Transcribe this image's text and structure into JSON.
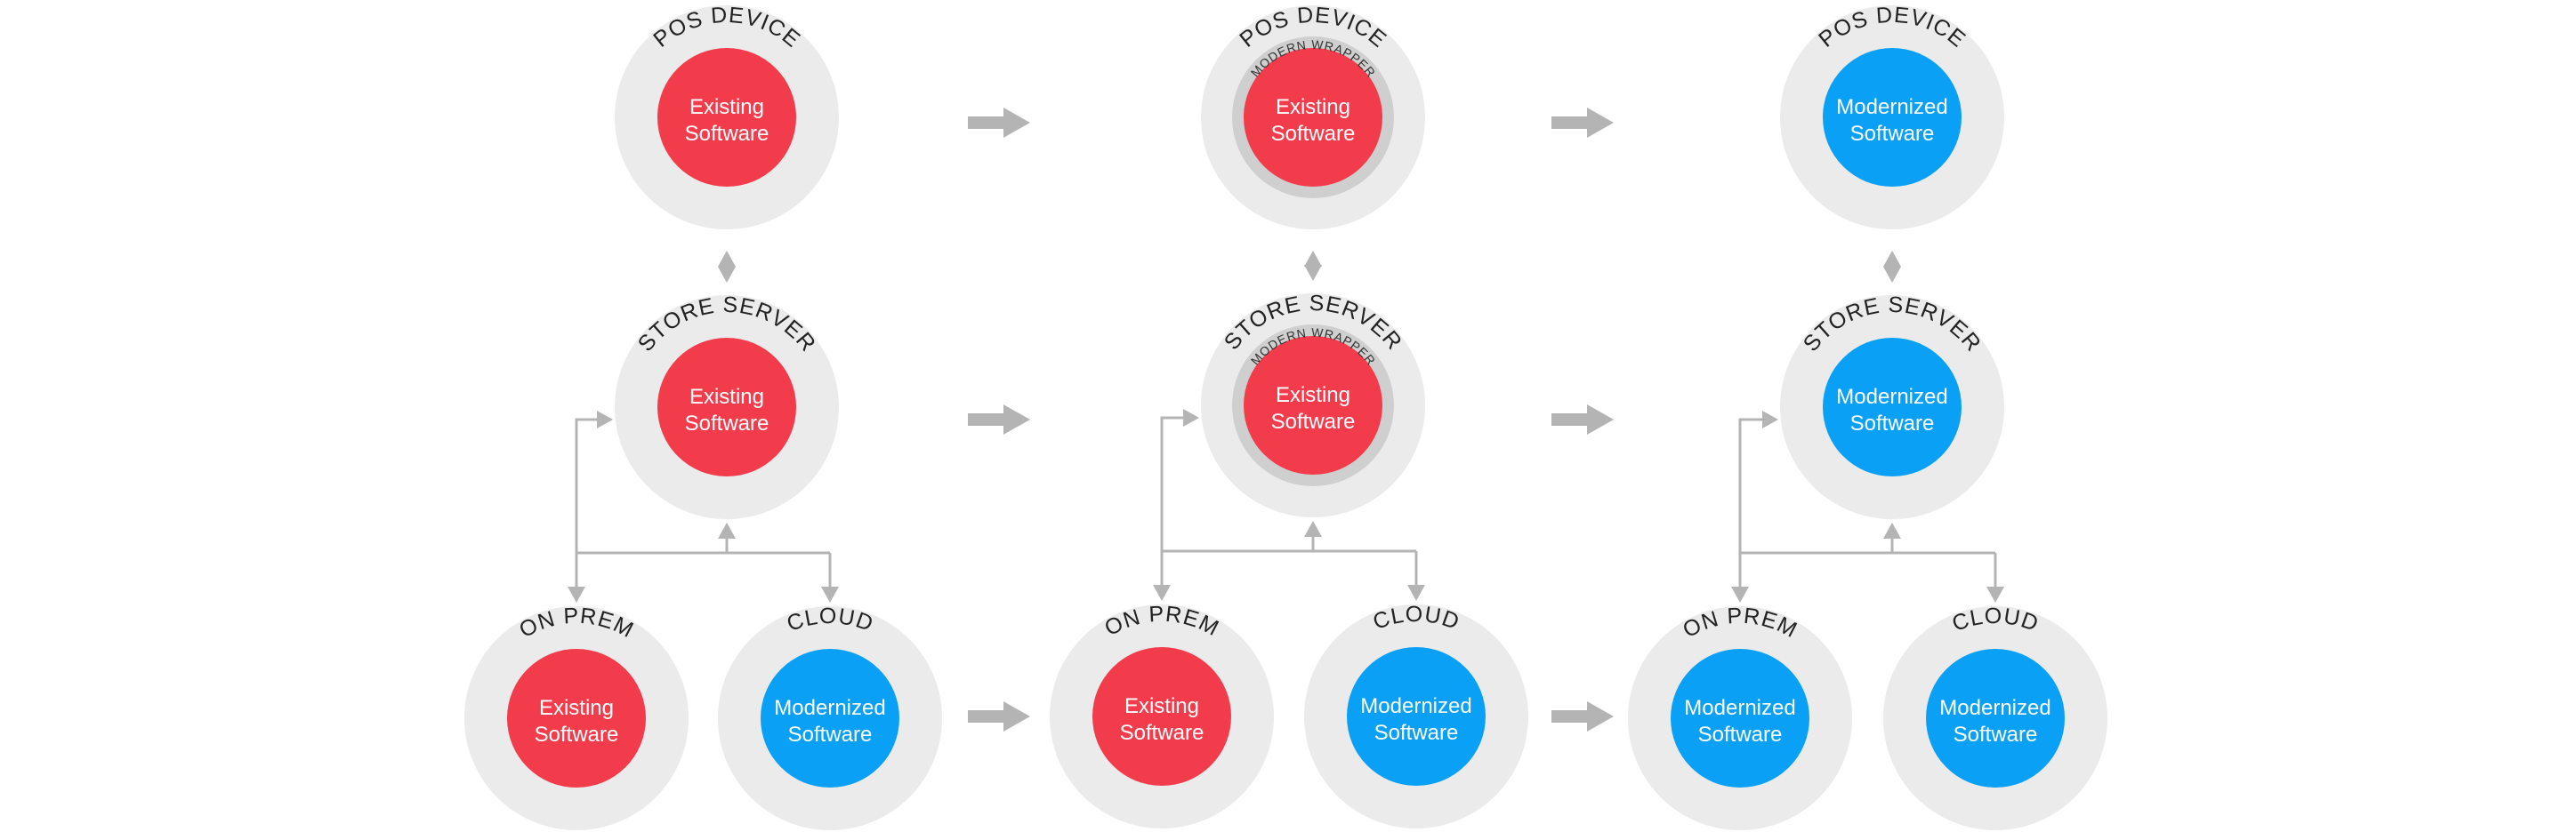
{
  "colors": {
    "outer_ring": "#ebebeb",
    "wrapper_ring": "#cfcfcf",
    "existing": "#f23c4c",
    "modernized": "#0aa0f5",
    "connector": "#b4b4b4"
  },
  "stages": [
    {
      "nodes": [
        {
          "id": "pos",
          "label": "POS DEVICE",
          "wrapper_label": "",
          "inner_lines": [
            "Existing",
            "Software"
          ],
          "status": "existing"
        },
        {
          "id": "store",
          "label": "STORE SERVER",
          "wrapper_label": "",
          "inner_lines": [
            "Existing",
            "Software"
          ],
          "status": "existing"
        },
        {
          "id": "onprem",
          "label": "ON PREM",
          "wrapper_label": "",
          "inner_lines": [
            "Existing",
            "Software"
          ],
          "status": "existing"
        },
        {
          "id": "cloud",
          "label": "CLOUD",
          "wrapper_label": "",
          "inner_lines": [
            "Modernized",
            "Software"
          ],
          "status": "modernized"
        }
      ]
    },
    {
      "nodes": [
        {
          "id": "pos",
          "label": "POS DEVICE",
          "wrapper_label": "MODERN WRAPPER",
          "inner_lines": [
            "Existing",
            "Software"
          ],
          "status": "existing"
        },
        {
          "id": "store",
          "label": "STORE SERVER",
          "wrapper_label": "MODERN WRAPPER",
          "inner_lines": [
            "Existing",
            "Software"
          ],
          "status": "existing"
        },
        {
          "id": "onprem",
          "label": "ON PREM",
          "wrapper_label": "",
          "inner_lines": [
            "Existing",
            "Software"
          ],
          "status": "existing"
        },
        {
          "id": "cloud",
          "label": "CLOUD",
          "wrapper_label": "",
          "inner_lines": [
            "Modernized",
            "Software"
          ],
          "status": "modernized"
        }
      ]
    },
    {
      "nodes": [
        {
          "id": "pos",
          "label": "POS DEVICE",
          "wrapper_label": "",
          "inner_lines": [
            "Modernized",
            "Software"
          ],
          "status": "modernized"
        },
        {
          "id": "store",
          "label": "STORE SERVER",
          "wrapper_label": "",
          "inner_lines": [
            "Modernized",
            "Software"
          ],
          "status": "modernized"
        },
        {
          "id": "onprem",
          "label": "ON PREM",
          "wrapper_label": "",
          "inner_lines": [
            "Modernized",
            "Software"
          ],
          "status": "modernized"
        },
        {
          "id": "cloud",
          "label": "CLOUD",
          "wrapper_label": "",
          "inner_lines": [
            "Modernized",
            "Software"
          ],
          "status": "modernized"
        }
      ]
    }
  ],
  "transitions": [
    {
      "from_stage": 1,
      "to_stage": 2
    },
    {
      "from_stage": 2,
      "to_stage": 3
    }
  ],
  "connections": [
    {
      "from": "pos",
      "to": "store",
      "direction": "both"
    },
    {
      "from": "store",
      "to": "onprem",
      "direction": "both"
    },
    {
      "from": "onprem",
      "to": "store",
      "direction": "forward"
    },
    {
      "from": "store",
      "to": "cloud",
      "direction": "forward"
    }
  ]
}
